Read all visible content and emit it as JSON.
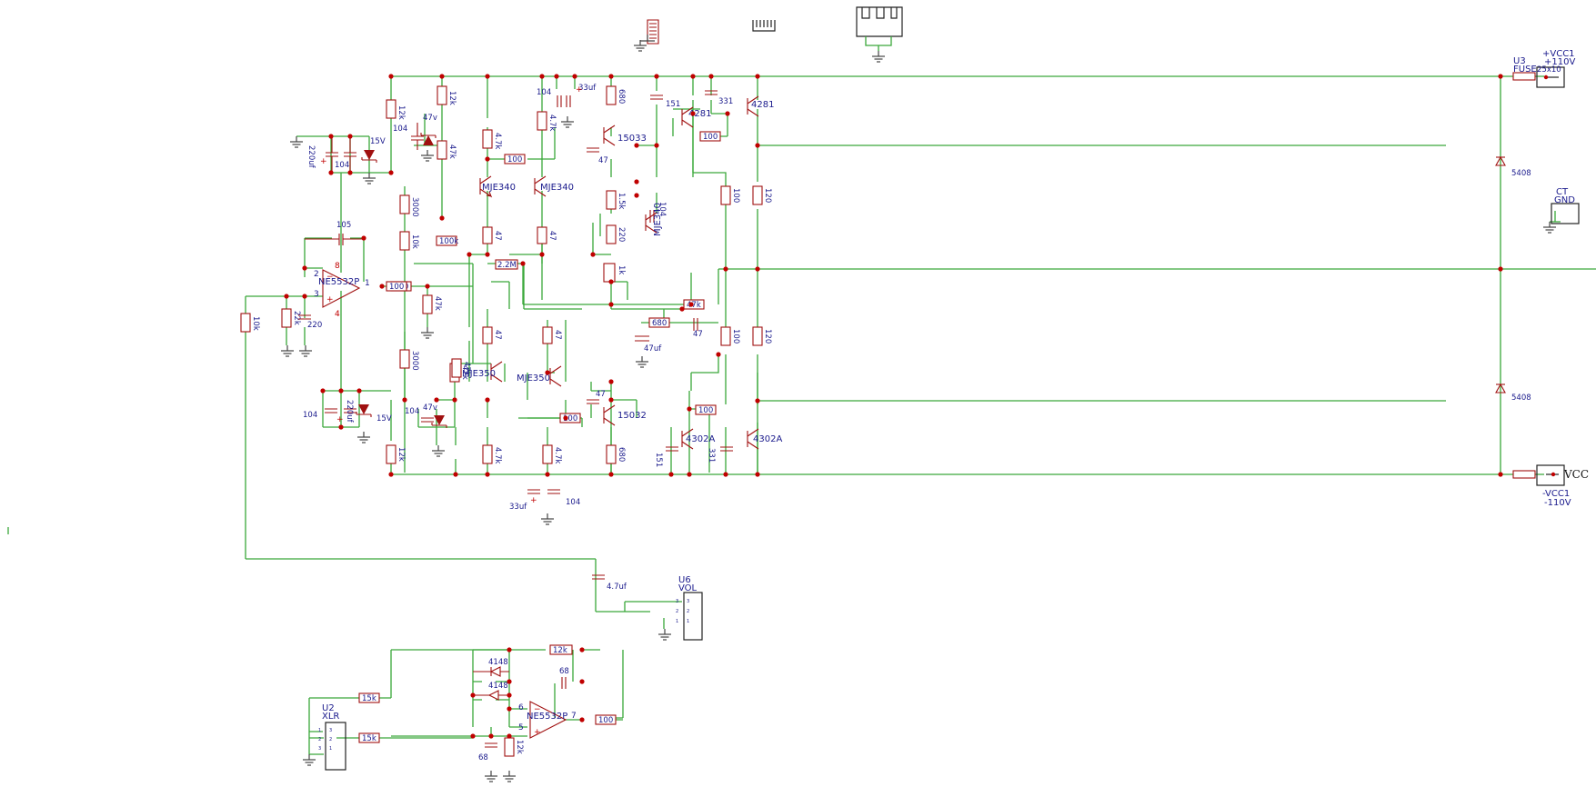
{
  "connectors": {
    "fuse": {
      "ref": "U3",
      "type": "FUSE",
      "overlay": "25x10"
    },
    "pos_rail": {
      "name": "+VCC1",
      "voltage": "+110V"
    },
    "ct": {
      "name": "CT",
      "net": "GND"
    },
    "neg_rail_short": "VCC",
    "neg_rail": {
      "name": "-VCC1",
      "voltage": "-110V"
    },
    "volume": {
      "ref": "U6",
      "type": "VOL",
      "pins": [
        "3",
        "2",
        "1",
        "3",
        "2",
        "1"
      ]
    },
    "xlr": {
      "ref": "U2",
      "type": "XLR",
      "pins": [
        "1",
        "2",
        "3",
        "3",
        "2",
        "1"
      ]
    }
  },
  "opamps": {
    "main": {
      "label": "NE5532P",
      "pins": {
        "inv": "2",
        "noninv": "3",
        "out": "1",
        "vplus": "8",
        "vminus": "4"
      }
    },
    "input": {
      "label": "NE5532P",
      "pins": {
        "inv": "6",
        "noninv": "5",
        "out": "7"
      }
    }
  },
  "transistors": {
    "q1": "MJE340",
    "q2": "MJE340",
    "q3": "MJE340",
    "q4": "MJE350",
    "q5": "MJE350",
    "q6": "15033",
    "q7": "15032",
    "q8": "4281",
    "q9": "4281",
    "q10": "4302A",
    "q11": "4302A"
  },
  "diodes": {
    "d1": "5408",
    "d2": "5408",
    "z1": "15V",
    "z2": "15V",
    "z3": "47v",
    "z4": "47v",
    "d3": "4148",
    "d4": "4148"
  },
  "resistors": {
    "r1": "12k",
    "r2": "12k",
    "r3": "47k",
    "r4": "4.7k",
    "r5": "4.7k",
    "r6": "680",
    "r7": "3000",
    "r8": "10k",
    "r9": "100k",
    "r10": "100",
    "r11": "47",
    "r12": "47",
    "r13": "2.2M",
    "r14": "100",
    "r15": "47k",
    "r16": "3000",
    "r17": "10k",
    "r18": "22k",
    "r19": "47k",
    "r20": "47",
    "r21": "47",
    "r22": "12k",
    "r23": "4.7k",
    "r24": "4.7k",
    "r25": "680",
    "r26": "100",
    "r27": "1.5k",
    "r28": "220",
    "r29": "1k",
    "r30": "47k",
    "r31": "680",
    "r32": "100",
    "r33": "100",
    "r34": "100",
    "r35": "100",
    "r36": "120",
    "r37": "120",
    "r38": "100",
    "r39": "12k",
    "r40": "15k",
    "r41": "15k",
    "r42": "12k",
    "r43": "100",
    "r44": "47k"
  },
  "capacitors": {
    "c1": "220uf",
    "c2": "104",
    "c3": "104",
    "c4": "105",
    "c5": "220",
    "c6": "104",
    "c7": "220uf",
    "c8": "104",
    "c9": "104",
    "c10": "33uf",
    "c11": "47",
    "c12": "104",
    "c13": "151",
    "c14": "331",
    "c15": "47",
    "c16": "47uf",
    "c17": "47",
    "c18": "151",
    "c19": "331",
    "c20": "33uf",
    "c21": "104",
    "c22": "4.7uf",
    "c23": "68",
    "c24": "68"
  }
}
